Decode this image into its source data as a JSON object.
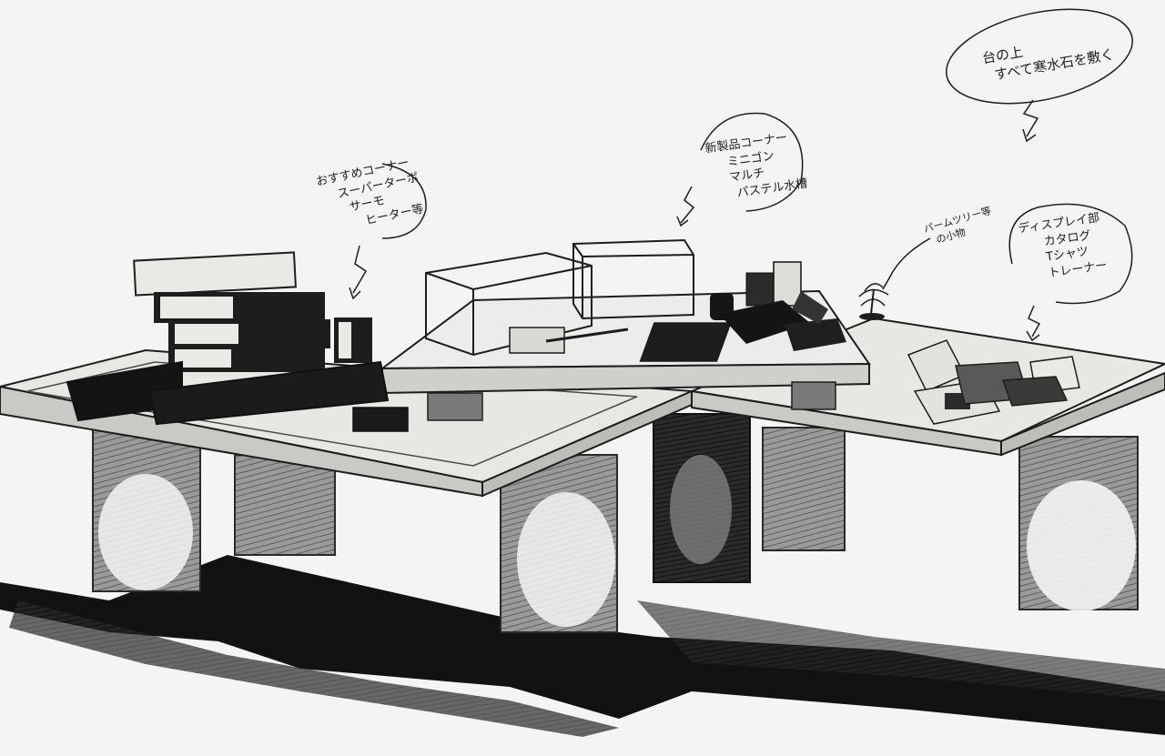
{
  "annotations": {
    "stone_note": {
      "lines": [
        "台の上",
        "すべて寒水石を敷く"
      ]
    },
    "new_products_note": {
      "lines": [
        "新製品コーナー",
        "ミニゴン",
        "マルチ",
        "パステル水槽"
      ]
    },
    "recommend_note": {
      "lines": [
        "おすすめコーナー",
        "スーパーターボ",
        "サーモ",
        "ヒーター等"
      ]
    },
    "palm_note": {
      "lines": [
        "パームツリー等",
        "の小物"
      ]
    },
    "display_note": {
      "lines": [
        "ディスプレイ部",
        "カタログ",
        "Tシャツ",
        "トレーナー"
      ]
    }
  },
  "colors": {
    "paper": "#f4f4f2",
    "ink": "#1d1d1d",
    "shadow": "#0e0e0e",
    "shade": "#7a7a78"
  }
}
